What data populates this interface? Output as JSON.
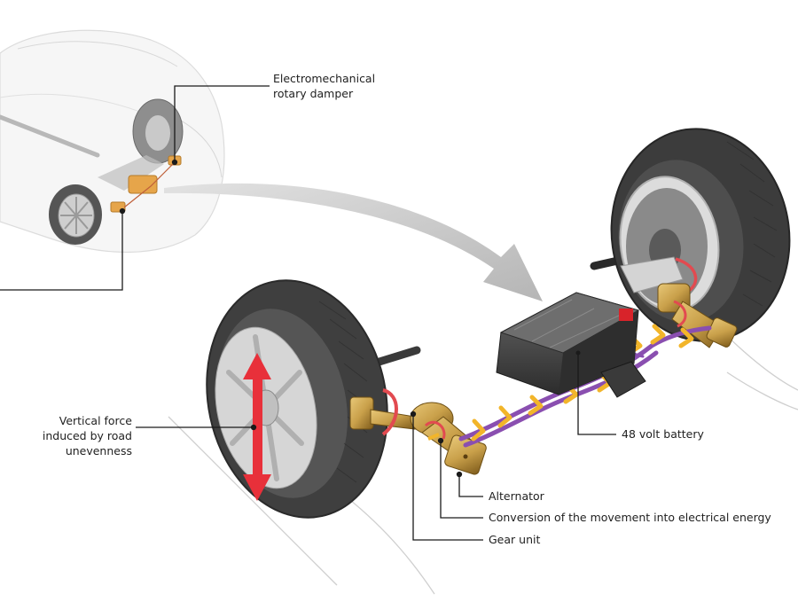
{
  "diagram": {
    "title": "",
    "colors": {
      "background": "#ffffff",
      "leader_line": "#1a1a1a",
      "component_gold": "#c9a04a",
      "component_gold_dark": "#8f6a22",
      "car_highlight": "#e6a54a",
      "force_arrow": "#e8303a",
      "rotation_arrow": "#e24a50",
      "flow_arrow": "#f2b52a",
      "cable": "#8a4fb0",
      "battery": "#3b3b3b",
      "battery_terminal": "#d8232a",
      "tire": "#3a3a3a",
      "rim": "#c8c8c8",
      "pointer_arrow": "#bdbdbd"
    },
    "labels": [
      {
        "id": "rotary-damper",
        "lines": [
          "Electromechanical",
          "rotary damper"
        ]
      },
      {
        "id": "vertical-force",
        "lines": [
          "Vertical force",
          "induced by road",
          "unevenness"
        ]
      },
      {
        "id": "battery",
        "lines": [
          "48 volt battery"
        ]
      },
      {
        "id": "alternator",
        "lines": [
          "Alternator"
        ]
      },
      {
        "id": "conversion",
        "lines": [
          "Conversion of the movement into electrical energy"
        ]
      },
      {
        "id": "gear-unit",
        "lines": [
          "Gear unit"
        ]
      }
    ]
  }
}
